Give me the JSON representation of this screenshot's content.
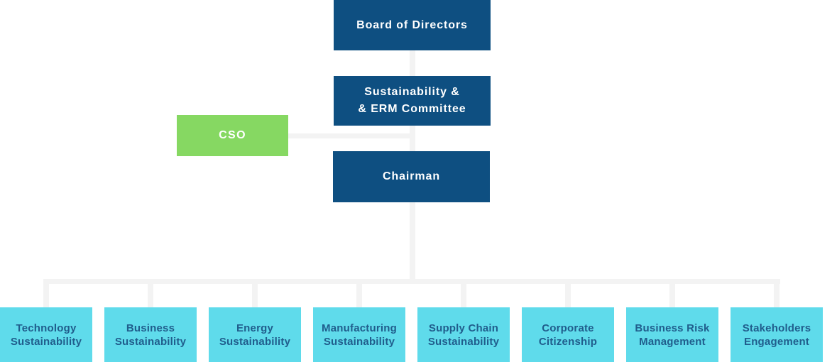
{
  "palette": {
    "dark_blue": "#0e4f81",
    "green": "#86d862",
    "cyan": "#5fdbeb",
    "connector_gray": "#f3f3f3",
    "top_box_text": "#ffffff",
    "dept_box_text": "#205d8c",
    "background": "#ffffff"
  },
  "org_chart": {
    "board": {
      "label": "Board of Directors"
    },
    "committee": {
      "label_line1": "Sustainability &",
      "label_line2": "& ERM Committee"
    },
    "cso": {
      "label": "CSO"
    },
    "chairman": {
      "label": "Chairman"
    },
    "departments": [
      {
        "label_line1": "Technology",
        "label_line2": "Sustainability"
      },
      {
        "label_line1": "Business",
        "label_line2": "Sustainability"
      },
      {
        "label_line1": "Energy",
        "label_line2": "Sustainability"
      },
      {
        "label_line1": "Manufacturing",
        "label_line2": "Sustainability"
      },
      {
        "label_line1": "Supply Chain",
        "label_line2": "Sustainability"
      },
      {
        "label_line1": "Corporate",
        "label_line2": "Citizenship"
      },
      {
        "label_line1": "Business Risk",
        "label_line2": "Management"
      },
      {
        "label_line1": "Stakeholders",
        "label_line2": "Engagement"
      }
    ]
  }
}
